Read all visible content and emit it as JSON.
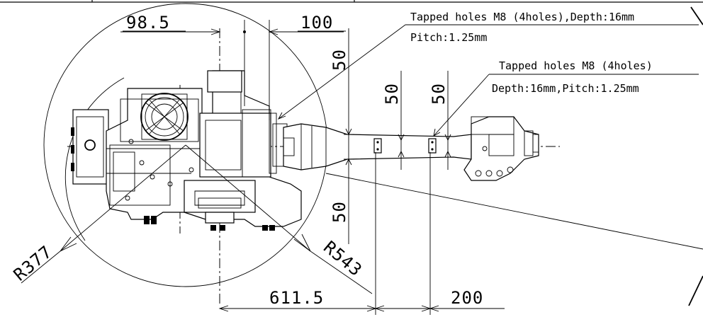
{
  "dimensions": {
    "d_98_5": "98.5",
    "d_100": "100",
    "d_50_top": "50",
    "d_50_bottom": "50",
    "d_50_right_1": "50",
    "d_50_right_2": "50",
    "d_611_5": "611.5",
    "d_200": "200",
    "r_377": "R377",
    "r_543": "R543"
  },
  "callouts": {
    "holes_a_line1": "Tapped holes M8 (4holes),Depth:16mm",
    "holes_a_line2": "Pitch:1.25mm",
    "holes_b_line1": "Tapped holes M8 (4holes)",
    "holes_b_line2": "Depth:16mm,Pitch:1.25mm"
  }
}
